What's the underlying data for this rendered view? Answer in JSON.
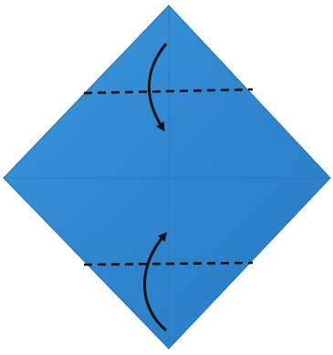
{
  "diagram": {
    "subject": "origami-fold-step",
    "colors": {
      "paper": "#2f86cf",
      "paper_light": "#4aa3e6",
      "paper_dark": "#1f6db4",
      "crease": "#2a78c0",
      "fold_line": "#111111",
      "arrow": "#111111",
      "background": "#ffffff"
    },
    "fold_lines": [
      {
        "name": "top-valley-fold-line",
        "style": "dashed"
      },
      {
        "name": "bottom-valley-fold-line",
        "style": "dashed"
      }
    ],
    "arrows": [
      {
        "name": "top-fold-down-arrow",
        "direction": "down"
      },
      {
        "name": "bottom-fold-up-arrow",
        "direction": "up"
      }
    ]
  }
}
